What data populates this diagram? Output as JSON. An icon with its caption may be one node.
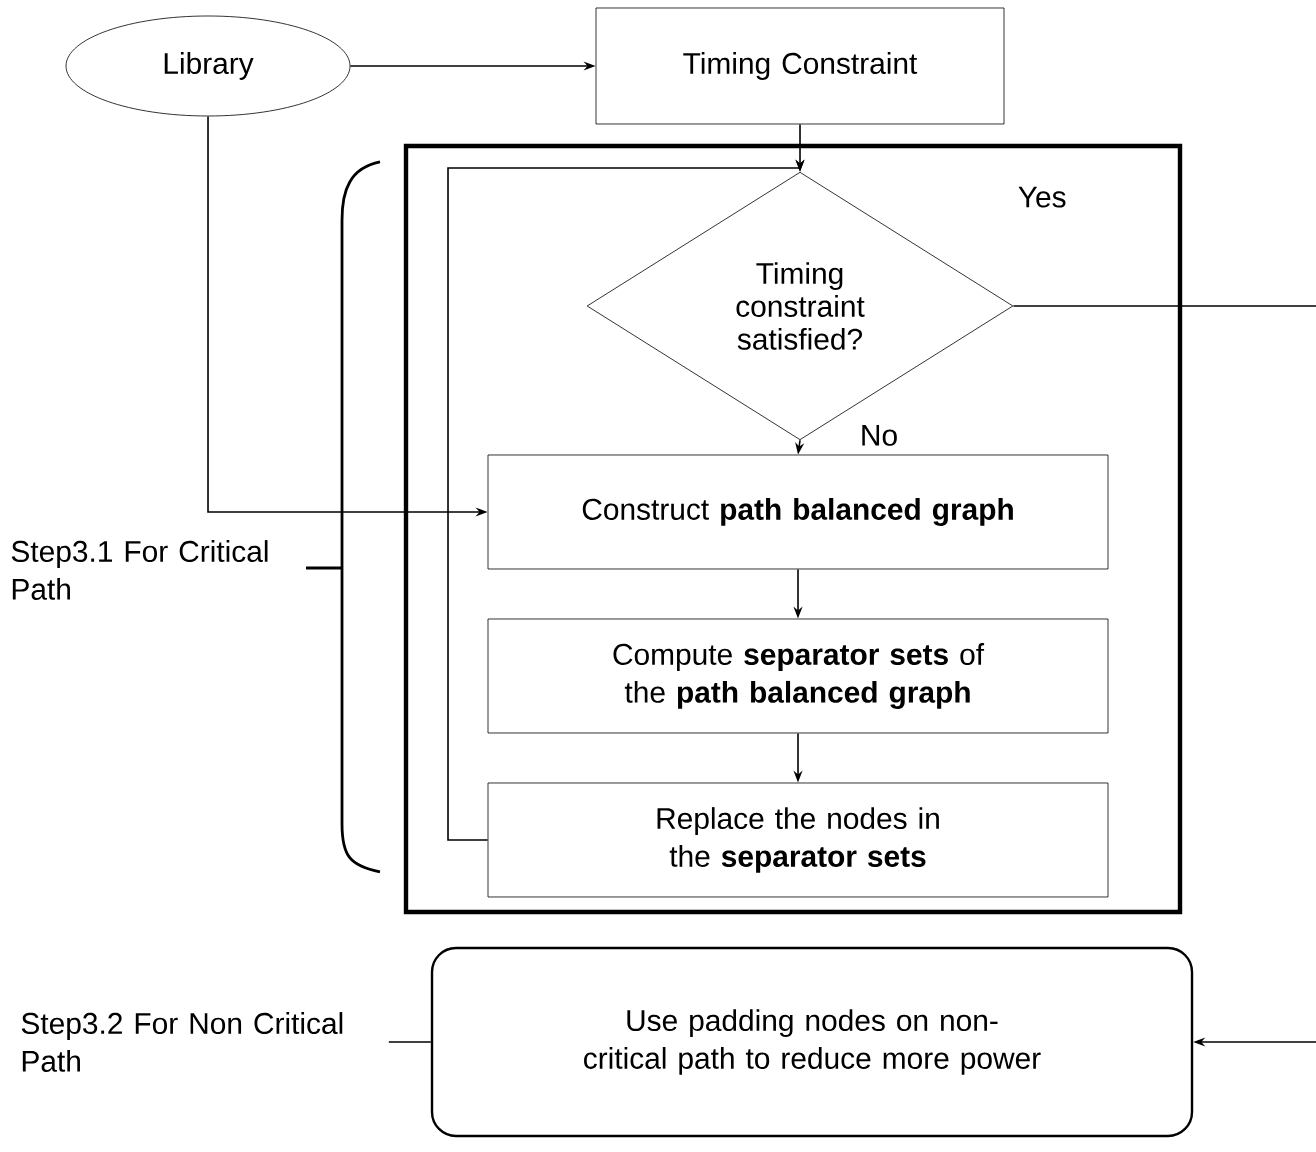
{
  "diagram": {
    "nodes": [
      {
        "text": [
          "Library"
        ]
      },
      {
        "text": [
          "Timing Constraint"
        ]
      },
      {
        "text": [],
        "shape": "box"
      },
      {
        "text": [
          "Timing constraint satisfied?"
        ],
        "in": 2
      },
      {
        "text": [
          "Construct **path balanced graph**"
        ],
        "in": 2
      },
      {
        "text": [
          "Compute **separator sets** of the **path balanced graph**"
        ],
        "in": 2
      },
      {
        "text": [
          "Replace the nodes in the **separator sets**"
        ],
        "in": 2
      },
      {
        "text": [
          "Step3.2 For Non Critical Path"
        ]
      },
      {
        "text": [
          "Use padding nodes on non-critical path to reduce more power"
        ]
      }
    ],
    "edges": [
      {
        "from": 0,
        "to": 1,
        "arrow": "to"
      },
      {
        "from": 0,
        "to": 4,
        "arrow": "to"
      },
      {
        "from": 1,
        "to": 3,
        "arrow": "to"
      },
      {
        "from": 3,
        "to": 4,
        "arrow": "to",
        "label": "No"
      },
      {
        "from": 4,
        "to": 5,
        "arrow": "to"
      },
      {
        "from": 5,
        "to": 6,
        "arrow": "to"
      },
      {
        "from": 6,
        "to": 3,
        "arrow": "to"
      },
      {
        "from": 3,
        "to": null,
        "arrow": "none",
        "label": "Yes"
      },
      {
        "from": null,
        "to": 8,
        "arrow": "to"
      },
      {
        "from": 7,
        "to": 8,
        "arrow": "none"
      }
    ],
    "labels": [
      "Step3.1 For Critical Path"
    ]
  }
}
